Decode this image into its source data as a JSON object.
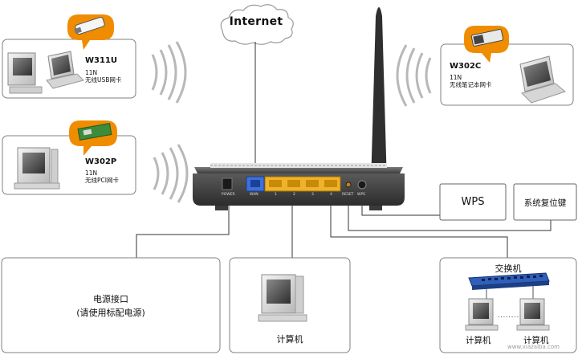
{
  "internet": {
    "label": "Internet"
  },
  "clients": [
    {
      "model": "W311U",
      "spec": "11N",
      "desc": "无线USB网卡"
    },
    {
      "model": "W302P",
      "spec": "11N",
      "desc": "无线PCI网卡"
    },
    {
      "model": "W302C",
      "spec": "11N",
      "desc": "无线笔记本网卡"
    }
  ],
  "router": {
    "ports": [
      "POWER",
      "WAN",
      "1",
      "2",
      "3",
      "4",
      "RESET",
      "WPS"
    ]
  },
  "buttons": {
    "wps": "WPS",
    "reset": "系统复位键"
  },
  "bottom": {
    "power_line1": "电源接口",
    "power_line2": "(请使用标配电源)",
    "computer": "计算机",
    "switch_title": "交换机",
    "switch_pc_left": "计算机",
    "switch_pc_right": "计算机",
    "dots": "........"
  },
  "watermark": {
    "text": "www.xiazaiba.com"
  },
  "colors": {
    "router_body": "#4a4a4a",
    "wan_port": "#3f6fd8",
    "lan_port": "#f0b22a",
    "callout": "#f08c00",
    "wire": "#333333",
    "switch": "#2f5fb8"
  }
}
